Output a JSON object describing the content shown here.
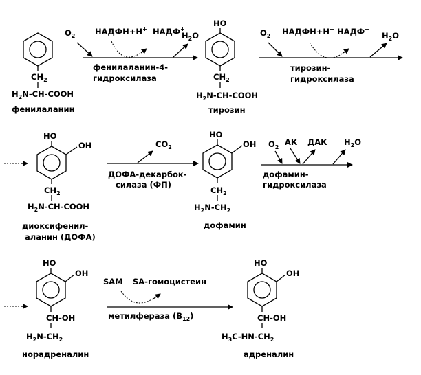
{
  "compounds": {
    "phenylalanine": {
      "name": "фенилаланин",
      "ch2": "CH",
      "ch2_sub": "2",
      "amine_h": "H",
      "amine_sub": "2",
      "amine_rest": "N-CH-COOH"
    },
    "tyrosine": {
      "name": "тирозин",
      "oh_top": "HO",
      "ch2": "CH",
      "ch2_sub": "2",
      "amine_h": "H",
      "amine_sub": "2",
      "amine_rest": "N-CH-COOH"
    },
    "dopa": {
      "name_line1": "диоксифенил-",
      "name_line2": "аланин (ДОФА)",
      "oh_top": "HO",
      "oh_side": "OH",
      "ch2": "CH",
      "ch2_sub": "2",
      "amine_h": "H",
      "amine_sub": "2",
      "amine_rest": "N-CH-COOH"
    },
    "dopamine": {
      "name": "дофамин",
      "oh_top": "HO",
      "oh_side": "OH",
      "ch2": "CH",
      "ch2_sub": "2",
      "amine_h": "H",
      "amine_sub": "2",
      "amine_rest": "N-CH",
      "amine_end_sub": "2"
    },
    "noradrenaline": {
      "name": "норадреналин",
      "oh_top": "HO",
      "oh_side": "OH",
      "choh": "CH-OH",
      "amine_h": "H",
      "amine_sub": "2",
      "amine_rest": "N-CH",
      "amine_end_sub": "2"
    },
    "adrenaline": {
      "name": "адреналин",
      "oh_top": "HO",
      "oh_side": "OH",
      "choh": "CH-OH",
      "amine_h": "H",
      "amine_sub": "3",
      "amine_rest": "C-HN-CH",
      "amine_end_sub": "2"
    }
  },
  "reactions": {
    "r1": {
      "o2": "O",
      "o2_sub": "2",
      "nadph": "НАДФН+Н",
      "plus": "+",
      "nadp": "НАДФ",
      "nadp_plus": "+",
      "h2o_h": "H",
      "h2o_sub": "2",
      "h2o_o": "O",
      "enzyme_line1": "фенилаланин-4-",
      "enzyme_line2": "гидроксилаза"
    },
    "r2": {
      "o2": "O",
      "o2_sub": "2",
      "nadph": "НАДФН+Н",
      "plus": "+",
      "nadp": "НАДФ",
      "nadp_plus": "+",
      "h2o_h": "H",
      "h2o_sub": "2",
      "h2o_o": "O",
      "enzyme_line1": "тирозин-",
      "enzyme_line2": "гидроксилаза"
    },
    "r3": {
      "co2": "CO",
      "co2_sub": "2",
      "enzyme_line1": "ДОФА-декарбок-",
      "enzyme_line2": "силаза (ФП)"
    },
    "r4": {
      "o2": "O",
      "o2_sub": "2",
      "ak": "АК",
      "dak": "ДАК",
      "h2o_h": "H",
      "h2o_sub": "2",
      "h2o_o": "O",
      "enzyme_line1": "дофамин-",
      "enzyme_line2": "гидроксилаза"
    },
    "r5": {
      "sam": "SAM",
      "sah": "SA-гомоцистеин",
      "enzyme": "метилфераза (B",
      "enzyme_sub": "12",
      "enzyme_end": ")"
    }
  }
}
